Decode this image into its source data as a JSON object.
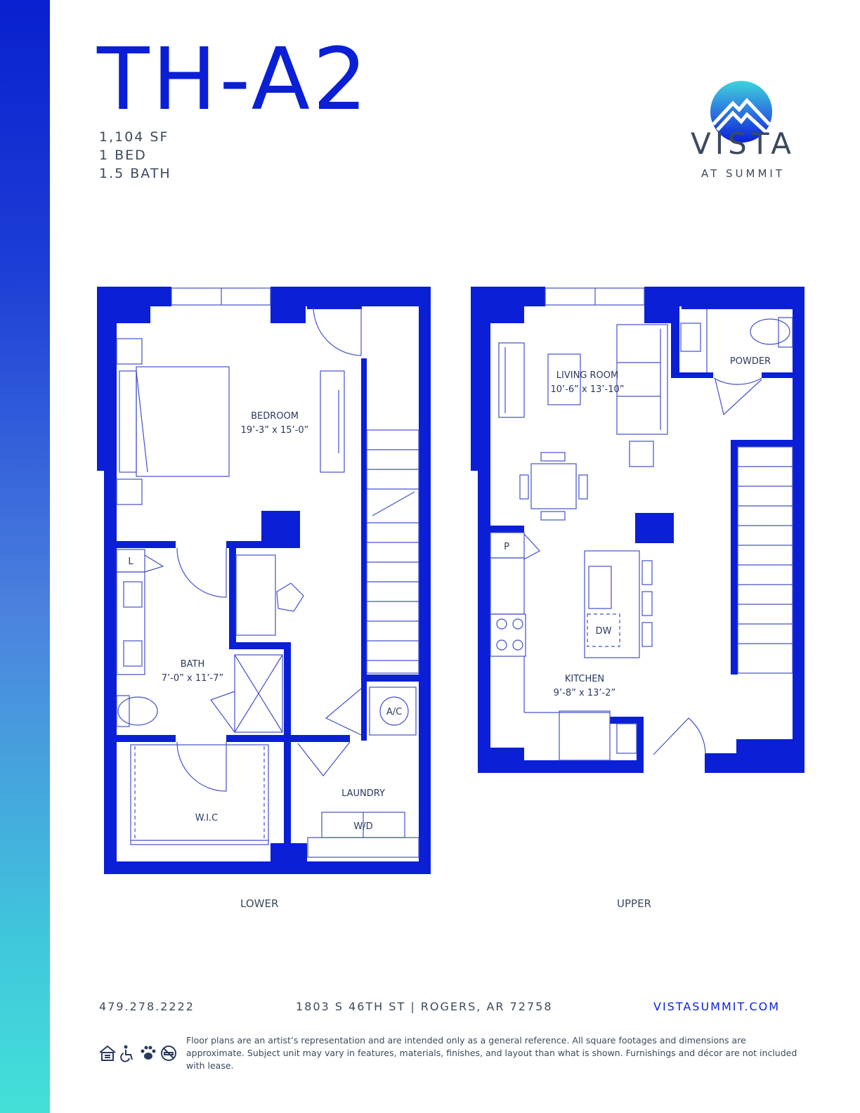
{
  "unit": {
    "name": "TH-A2",
    "square_feet": "1,104 SF",
    "beds": "1 BED",
    "baths": "1.5 BATH"
  },
  "brand": {
    "name": "VISTA",
    "tagline": "AT SUMMIT",
    "logo_icon": "mountain-circle-logo-icon"
  },
  "colors": {
    "primary": "#0a1fd6",
    "text": "#3a4a5e",
    "line": "#4450c8",
    "gradient_top": "#0820cf",
    "gradient_bottom": "#44e0d8"
  },
  "lower_plan": {
    "level": "LOWER",
    "bedroom": {
      "name": "BEDROOM",
      "dims": "19’-3” x 15’-0”"
    },
    "bath": {
      "name": "BATH",
      "dims": "7’-0” x 11’-7”"
    },
    "closet_linen": "L",
    "wic": "W.I.C",
    "laundry": "LAUNDRY",
    "washer_dryer": "W/D",
    "ac": "A/C"
  },
  "upper_plan": {
    "level": "UPPER",
    "living": {
      "name": "LIVING ROOM",
      "dims": "10’-6” x 13’-10”"
    },
    "powder": "POWDER",
    "pantry": "P",
    "dishwasher": "DW",
    "kitchen": {
      "name": "KITCHEN",
      "dims": "9’-8” x 13’-2”"
    }
  },
  "footer": {
    "phone": "479.278.2222",
    "address": "1803 S 46TH ST | ROGERS, AR 72758",
    "website": "VISTASUMMIT.COM",
    "disclaimer": "Floor plans are an artist’s representation and are intended only as a general reference. All square footages and dimensions are approximate. Subject unit may vary in features, materials, finishes, and layout than what is shown. Furnishings and décor are not included with lease.",
    "icons": [
      "equal-housing-icon",
      "accessibility-icon",
      "pet-friendly-icon",
      "no-smoking-icon"
    ]
  }
}
